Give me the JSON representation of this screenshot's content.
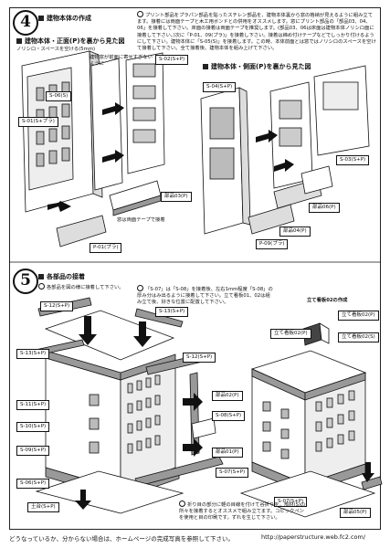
{
  "section4": {
    "number": "4",
    "title": "建物本体の作成",
    "intro": "プリント部品をプラパン部品を貼ったスチレン部品を、建物本体裏から窓の格納が見えるように組み立てます。接着には両面テープと木工用ボンドとの併用をオススメします。窓にプリント部品の「部品03、04、06」を接着して下さい。床面の接着は両面テープを推奨します。(部品03、06は床面は建物本体ノリシロ面に接着して下さい。)次に「P-01、09(プラ)」を接着し下さい。接着は締め付けテープなどでしっかり付けるようにして下さい。建物本体に「S-05(S)」を接着します。この時、本体前面とは窓ではノリシロのスペースを空けて接着して下さい。全て接着後、建物本体を組み上げて下さい。",
    "front_title": "建物本体・正面(P)を裏から見た図",
    "front_sub": "ノリシロ・スペースを空ける(5mm)",
    "callout_window": "建物窓が前面に寄せすぎないように",
    "side_title": "建物本体・側面(P)を裏から見た図",
    "tape_note": "窓は両面テープで接着",
    "labels": {
      "s06": "S-06(S)",
      "s01": "S-01(S+プラ)",
      "s02": "S-02(S+P)",
      "part03": "部品03(P)",
      "p01": "P-01(プラ)",
      "s04": "S-04(S+P)",
      "s03": "S-03(S+P)",
      "part06": "部品06(P)",
      "part04": "部品04(P)",
      "p09": "P-09(プラ)"
    }
  },
  "section5": {
    "number": "5",
    "title": "各部品の接着",
    "intro": "各部品を図の様に接着して下さい。",
    "step_note": "「S-07」は「S-08」を接着後、左右1mm程度「S-08」の厚み分はみ出るように接着して下さい。立て看板01、02は組み立て後、好きな位置に配置して下さい。",
    "sign_title": "立て看板02の作成",
    "labels": {
      "s12a": "S-12(S+P)",
      "s13a": "S-13(S+P)",
      "s13b": "S-13(S+P)",
      "s12b": "S-12(S+P)",
      "s11": "S-11(S+P)",
      "s10": "S-10(S+P)",
      "s09": "S-09(S+P)",
      "s06": "S-06(S+P)",
      "ground": "土台(S+P)",
      "part02": "部品02(P)",
      "s08": "S-08(S+P)",
      "part01": "部品01(P)",
      "s07a": "S-07(S+P)",
      "sign02a": "立て看板02(P)",
      "sign02b": "立て看板02(P)",
      "sign02c": "立て看板02(S)",
      "s07b": "S-07(S+P)",
      "part05": "部品05(P)"
    },
    "bottom_note": "折り目の部分に軽の目線を付けて谷折りを。部材(S)の所々を接着するとオススメで組み立てます。コピックペンを使用と目の印刷です。ずれを生じて下さい。"
  },
  "footer": {
    "question": "どうなっているか、分からない場合は、ホームページの完成写真を参照して下さい。",
    "url": "http://paperstructure.web.fc2.com/"
  }
}
